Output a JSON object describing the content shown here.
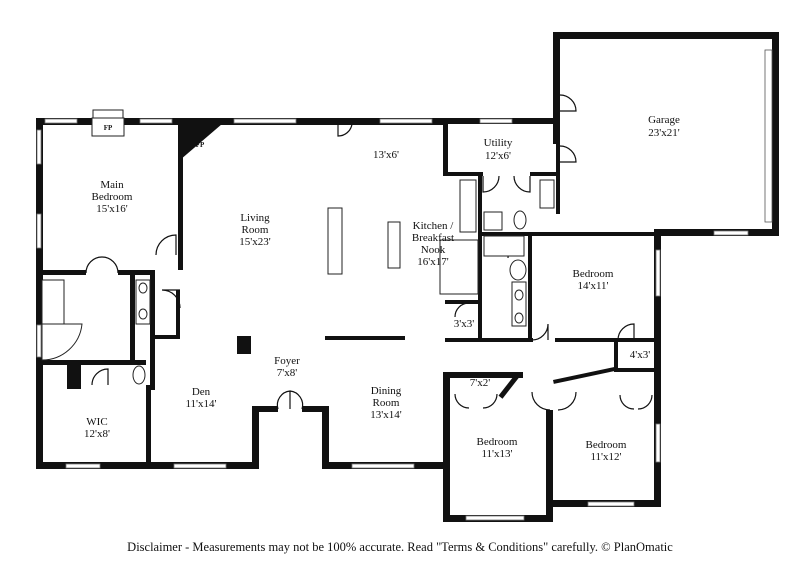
{
  "rooms": {
    "garage": {
      "name": "Garage",
      "size": "23'x21'"
    },
    "utility": {
      "name": "Utility",
      "size": "12'x6'"
    },
    "main_bedroom": {
      "name_line1": "Main",
      "name_line2": "Bedroom",
      "size": "15'x16'"
    },
    "living_room": {
      "name_line1": "Living",
      "name_line2": "Room",
      "size": "15'x23'"
    },
    "hall_13x6": {
      "size": "13'x6'"
    },
    "kitchen": {
      "name_line1": "Kitchen /",
      "name_line2": "Breakfast",
      "name_line3": "Nook",
      "size": "16'x17'"
    },
    "bedroom_14x11": {
      "name": "Bedroom",
      "size": "14'x11'"
    },
    "closet_3x3": {
      "size": "3'x3'"
    },
    "closet_4x3": {
      "size": "4'x3'"
    },
    "foyer": {
      "name": "Foyer",
      "size": "7'x8'"
    },
    "den": {
      "name": "Den",
      "size": "11'x14'"
    },
    "dining_room": {
      "name_line1": "Dining",
      "name_line2": "Room",
      "size": "13'x14'"
    },
    "closet_7x2": {
      "size": "7'x2'"
    },
    "bedroom_11x13": {
      "name": "Bedroom",
      "size": "11'x13'"
    },
    "bedroom_11x12": {
      "name": "Bedroom",
      "size": "11'x12'"
    },
    "wic": {
      "name": "WIC",
      "size": "12'x8'"
    }
  },
  "fireplace": {
    "label": "FP"
  },
  "disclaimer": "Disclaimer - Measurements may not be 100% accurate. Read \"Terms & Conditions\" carefully. © PlanOmatic"
}
